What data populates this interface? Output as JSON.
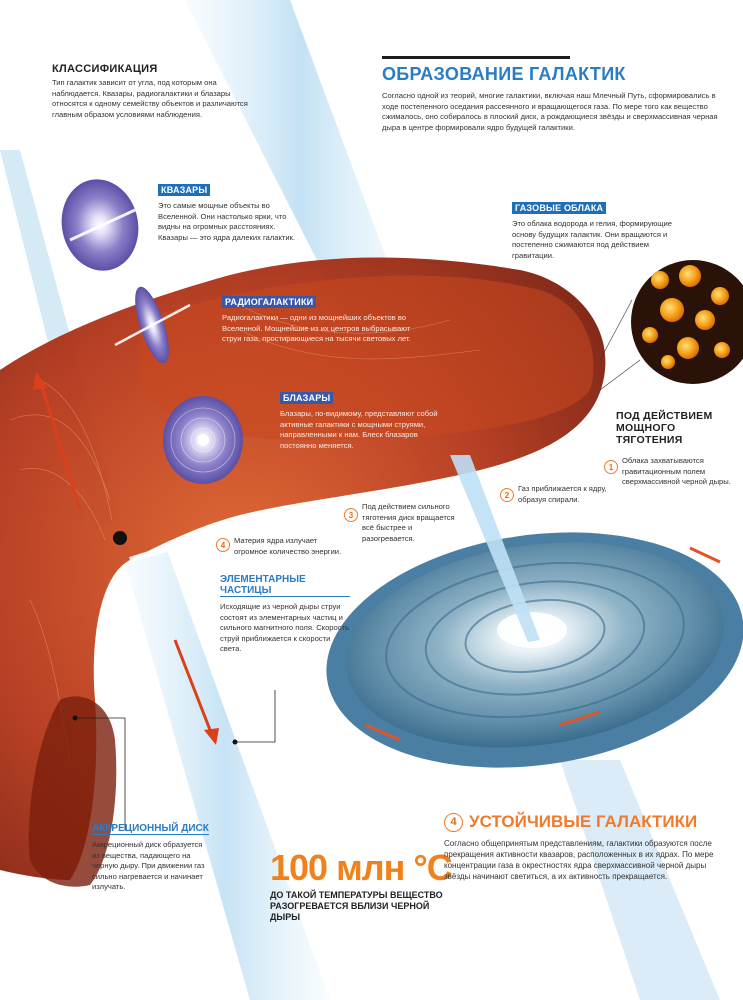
{
  "classification": {
    "heading": "Классификация",
    "body": "Тип галактик зависит от угла, под которым она наблюдается. Квазары, радиогалактики и блазары относятся к одному семейству объектов и различаются главным образом условиями наблюдения."
  },
  "formation": {
    "title": "Образование галактик",
    "body": "Согласно одной из теорий, многие галактики, включая наш Млечный Путь, сформировались в ходе постепенного оседания рассеянного и вращающегося газа. По мере того как вещество сжималось, оно собиралось в плоский диск, а рождающиеся звёзды и сверхмассивная черная дыра в центре формировали ядро будущей галактики."
  },
  "quasars": {
    "label": "Квазары",
    "body": "Это самые мощные объекты во Вселенной. Они настолько ярки, что видны на огромных расстояниях. Квазары — это ядра далеких галактик."
  },
  "gas_clouds": {
    "label": "Газовые облака",
    "body": "Это облака водорода и гелия, формирующие основу будущих галактик. Они вращаются и постепенно сжимаются под действием гравитации."
  },
  "radiogalaxies": {
    "label": "Радиогалактики",
    "body": "Радиогалактики — одни из мощнейших объектов во Вселенной. Мощнейшие из их центров выбрасывают струи газа, простирающиеся на тысячи световых лет."
  },
  "blazars": {
    "label": "Блазары",
    "body": "Блазары, по-видимому, представляют собой активные галактики с мощными струями, направленными к нам. Блеск блазаров постоянно меняется."
  },
  "gravity": {
    "heading": "Под действием мощного тяготения"
  },
  "steps": {
    "s1": {
      "num": "1",
      "text": "Облака захватываются гравитационным полем сверхмассивной черной дыры."
    },
    "s2": {
      "num": "2",
      "text": "Газ приближается к ядру, образуя спирали."
    },
    "s3": {
      "num": "3",
      "text": "Под действием сильного тяготения диск вращается всё быстрее и разогревается."
    },
    "s4": {
      "num": "4",
      "text": "Материя ядра излучает огромное количество энергии."
    }
  },
  "particles": {
    "label": "Элементарные частицы",
    "body": "Исходящие из черной дыры струи состоят из элементарных частиц и сильного магнитного поля. Скорость струй приближается к скорости света."
  },
  "accretion": {
    "label": "Аккреционный диск",
    "body": "Аккреционный диск образуется из вещества, падающего на черную дыру. При движении газ сильно нагревается и начинает излучать."
  },
  "temperature": {
    "value": "100 млн °С",
    "caption": "до такой температуры вещество разогревается вблизи черной дыры"
  },
  "stable": {
    "num": "4",
    "title": "Устойчивые галактики",
    "body": "Согласно общепринятым представлениям, галактики образуются после прекращения активности квазаров, расположенных в их ядрах. По мере концентрации газа в окрестностях ядра сверхмассивной черной дыры звёзды начинают светиться, а их активность прекращается."
  }
}
